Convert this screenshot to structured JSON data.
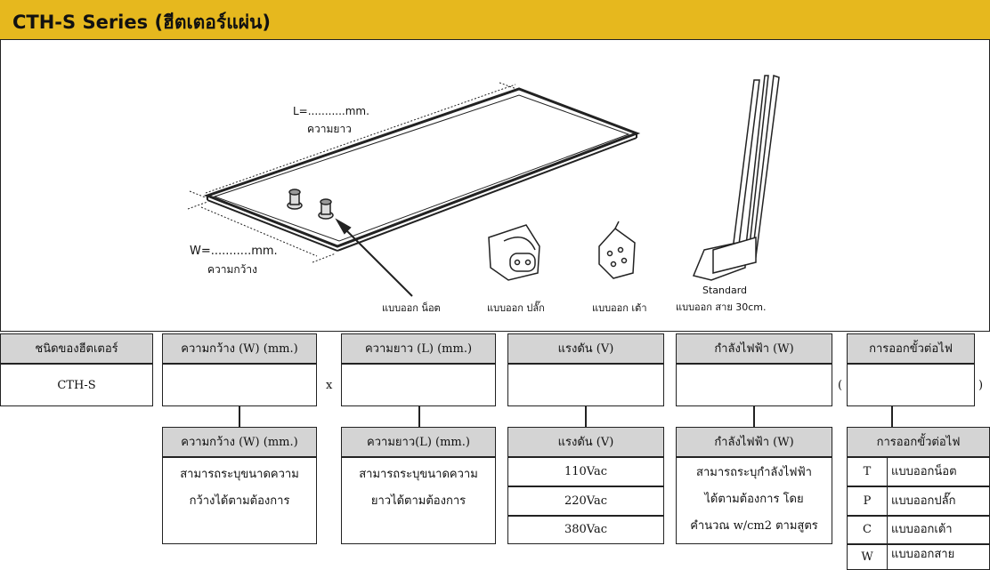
{
  "title": "CTH-S Series (ฮีตเตอร์แผ่น)",
  "figure": {
    "length_label": "L=...........mm.",
    "length_caption": "ความยาว",
    "width_label": "W=...........mm.",
    "width_caption": "ความกว้าง",
    "term_nut": "แบบออก น็อต",
    "term_plug": "แบบออก ปลั๊ก",
    "term_socket": "แบบออก เต้า",
    "term_standard_1": "Standard",
    "term_standard_2": "แบบออก สาย 30cm."
  },
  "top_row": {
    "headers": [
      "ชนิดของฮีตเตอร์",
      "ความกว้าง (W) (mm.)",
      "ความยาว (L) (mm.)",
      "แรงดัน (V)",
      "กำลังไฟฟ้า (W)",
      "การออกขั้วต่อไฟ"
    ],
    "values": [
      "CTH-S",
      "",
      "",
      "",
      "",
      ""
    ],
    "separator_x": "x",
    "paren_open": "(",
    "paren_close": ")"
  },
  "bottom": {
    "width": {
      "header": "ความกว้าง (W) (mm.)",
      "lines": [
        "สามารถระบุขนาดความ",
        "กว้างได้ตามต้องการ"
      ]
    },
    "length": {
      "header": "ความยาว(L) (mm.)",
      "lines": [
        "สามารถระบุขนาดความ",
        "ยาวได้ตามต้องการ"
      ]
    },
    "voltage": {
      "header": "แรงดัน (V)",
      "options": [
        "110Vac",
        "220Vac",
        "380Vac"
      ]
    },
    "power": {
      "header": "กำลังไฟฟ้า (W)",
      "lines": [
        "สามารถระบุกำลังไฟฟ้า",
        "ได้ตามต้องการ โดย",
        "คำนวณ w/cm2 ตามสูตร"
      ]
    },
    "terminal": {
      "header": "การออกขั้วต่อไฟ",
      "options": [
        {
          "code": "T",
          "label": "แบบออกน็อต"
        },
        {
          "code": "P",
          "label": "แบบออกปลั๊ก"
        },
        {
          "code": "C",
          "label": "แบบออกเต้า"
        },
        {
          "code": "W",
          "label": "แบบออกสาย"
        }
      ]
    }
  },
  "colors": {
    "title_bg": "#E6B81E",
    "header_bg": "#D4D4D4"
  }
}
